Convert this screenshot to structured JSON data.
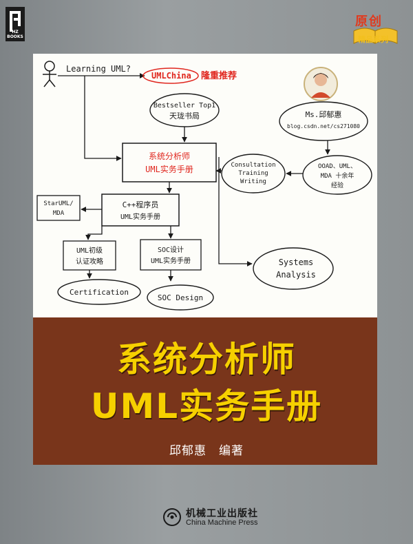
{
  "publisher_logo": {
    "text": "HZ BOOKS"
  },
  "badge": {
    "top": "原创",
    "bottom": "精品系列"
  },
  "diagram": {
    "learning": "Learning UML?",
    "umlchina": "UMLChina",
    "recommend": "隆重推荐",
    "bestseller_line1": "Bestseller Top1",
    "bestseller_line2": "天珑书局",
    "author_name": "Ms.邱郁惠",
    "author_blog": "blog.csdn.net/cs271080",
    "center_line1": "系统分析师",
    "center_line2": "UML实务手册",
    "consult_line1": "Consultation",
    "consult_line2": "Training",
    "consult_line3": "Writing",
    "ooad_line1": "OOAD、UML、",
    "ooad_line2": "MDA 十余年",
    "ooad_line3": "经验",
    "staruml_line1": "StarUML/",
    "staruml_line2": "MDA",
    "cpp_line1": "C++程序员",
    "cpp_line2": "UML实务手册",
    "uml_basic_line1": "UML初级",
    "uml_basic_line2": "认证攻略",
    "soc_line1": "SOC设计",
    "soc_line2": "UML实务手册",
    "systems_line1": "Systems",
    "systems_line2": "Analysis",
    "certification": "Certification",
    "soc_design": "SOC Design"
  },
  "title": {
    "line1": "系统分析师",
    "line2": "UML实务手册"
  },
  "author": "邱郁惠　编著",
  "publisher": {
    "cn": "机械工业出版社",
    "en": "China Machine Press"
  },
  "colors": {
    "band": "#79351b",
    "title": "#f6d000",
    "accent_red": "#e0261e",
    "ink": "#1a1a1a"
  }
}
